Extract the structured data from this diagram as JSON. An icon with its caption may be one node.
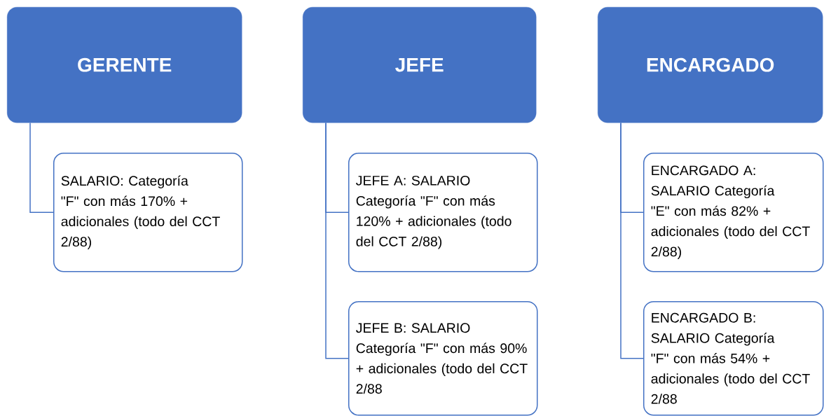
{
  "diagram": {
    "nodes": [
      {
        "text": [
          "GERENTE"
        ]
      },
      {
        "text": [
          "SALARIO: Categoría \"F\" con más 170% + adicionales (todo del CCT 2/88)"
        ]
      },
      {
        "text": [
          "JEFE"
        ]
      },
      {
        "text": [
          "JEFE A: SALARIO Categoría \"F\" con más 120% + adicionales (todo del CCT 2/88)"
        ]
      },
      {
        "text": [
          "JEFE B: SALARIO Categoría \"F\" con más 90% + adicionales (todo del CCT 2/88"
        ]
      },
      {
        "text": [
          "ENCARGADO"
        ]
      },
      {
        "text": [
          "ENCARGADO A: SALARIO Categoría \"E\" con más 82% + adicionales (todo del CCT 2/88)"
        ]
      },
      {
        "text": [
          "ENCARGADO B: SALARIO Categoría \"F\" con más 54% + adicionales (todo del CCT 2/88"
        ]
      }
    ],
    "edges": [
      {
        "from": 0,
        "to": 1,
        "arrow": "none"
      },
      {
        "from": 2,
        "to": 3,
        "arrow": "none"
      },
      {
        "from": 2,
        "to": 4,
        "arrow": "none"
      },
      {
        "from": 5,
        "to": 6,
        "arrow": "none"
      },
      {
        "from": 5,
        "to": 7,
        "arrow": "none"
      }
    ]
  }
}
